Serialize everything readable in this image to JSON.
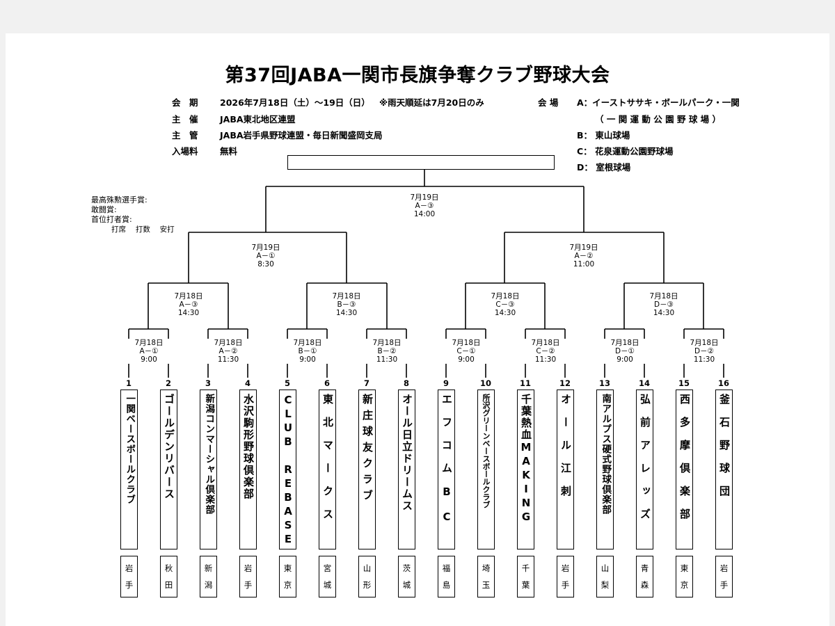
{
  "title": "第37回JABA一関市長旗争奪クラブ野球大会",
  "info": {
    "period_label": "会　期",
    "period_value": "2026年7月18日（土）～19日（日）",
    "rain_note": "※雨天順延は7月20日のみ",
    "host_label": "主　催",
    "host_value": "JABA東北地区連盟",
    "organizer_label": "主　管",
    "organizer_value": "JABA岩手県野球連盟・毎日新聞盛岡支局",
    "fee_label": "入場料",
    "fee_value": "無料"
  },
  "venues": {
    "label": "会 場",
    "a": "A：イーストササキ・ボールパーク・一関",
    "a_sub": "（ 一 関 運 動 公 園 野 球 場 ）",
    "b": "B： 東山球場",
    "c": "C： 花泉運動公園野球場",
    "d": "D： 室根球場"
  },
  "awards": {
    "mvp": "最高殊勲選手賞:",
    "fighting": "敢闘賞:",
    "batting": "首位打者賞:",
    "stats": "打席　 打数　 安打"
  },
  "matches": {
    "r1": [
      {
        "date": "7月18日",
        "code": "A－①",
        "time": "9:00"
      },
      {
        "date": "7月18日",
        "code": "A－②",
        "time": "11:30"
      },
      {
        "date": "7月18日",
        "code": "B－①",
        "time": "9:00"
      },
      {
        "date": "7月18日",
        "code": "B－②",
        "time": "11:30"
      },
      {
        "date": "7月18日",
        "code": "C－①",
        "time": "9:00"
      },
      {
        "date": "7月18日",
        "code": "C－②",
        "time": "11:30"
      },
      {
        "date": "7月18日",
        "code": "D－①",
        "time": "9:00"
      },
      {
        "date": "7月18日",
        "code": "D－②",
        "time": "11:30"
      }
    ],
    "qf": [
      {
        "date": "7月18日",
        "code": "A－③",
        "time": "14:30"
      },
      {
        "date": "7月18日",
        "code": "B－③",
        "time": "14:30"
      },
      {
        "date": "7月18日",
        "code": "C－③",
        "time": "14:30"
      },
      {
        "date": "7月18日",
        "code": "D－③",
        "time": "14:30"
      }
    ],
    "sf": [
      {
        "date": "7月19日",
        "code": "A－①",
        "time": "8:30"
      },
      {
        "date": "7月19日",
        "code": "A－②",
        "time": "11:00"
      }
    ],
    "final": {
      "date": "7月19日",
      "code": "A－③",
      "time": "14:00"
    }
  },
  "teams": [
    {
      "seed": "1",
      "name": "一関ベースボールクラブ",
      "pref": [
        "岩",
        "手"
      ]
    },
    {
      "seed": "2",
      "name": "ゴールデンリバース",
      "pref": [
        "秋",
        "田"
      ]
    },
    {
      "seed": "3",
      "name": "新潟コンマーシャル倶楽部",
      "pref": [
        "新",
        "潟"
      ]
    },
    {
      "seed": "4",
      "name": "水沢駒形野球倶楽部",
      "pref": [
        "岩",
        "手"
      ]
    },
    {
      "seed": "5",
      "name": "CLUB REBASE",
      "pref": [
        "東",
        "京"
      ]
    },
    {
      "seed": "6",
      "name": "東北マークス",
      "pref": [
        "宮",
        "城"
      ]
    },
    {
      "seed": "7",
      "name": "新庄球友クラブ",
      "pref": [
        "山",
        "形"
      ]
    },
    {
      "seed": "8",
      "name": "オール日立ドリームス",
      "pref": [
        "茨",
        "城"
      ]
    },
    {
      "seed": "9",
      "name": "エフコムBC",
      "pref": [
        "福",
        "島"
      ]
    },
    {
      "seed": "10",
      "name": "所沢グリーンベースボールクラブ",
      "pref": [
        "埼",
        "玉"
      ]
    },
    {
      "seed": "11",
      "name": "千葉熱血MAKING",
      "pref": [
        "千",
        "葉"
      ]
    },
    {
      "seed": "12",
      "name": "オール江刺",
      "pref": [
        "岩",
        "手"
      ]
    },
    {
      "seed": "13",
      "name": "南アルプス硬式野球倶楽部",
      "pref": [
        "山",
        "梨"
      ]
    },
    {
      "seed": "14",
      "name": "弘前アレッズ",
      "pref": [
        "青",
        "森"
      ]
    },
    {
      "seed": "15",
      "name": "西多摩倶楽部",
      "pref": [
        "東",
        "京"
      ]
    },
    {
      "seed": "16",
      "name": "釜石野球団",
      "pref": [
        "岩",
        "手"
      ]
    }
  ]
}
